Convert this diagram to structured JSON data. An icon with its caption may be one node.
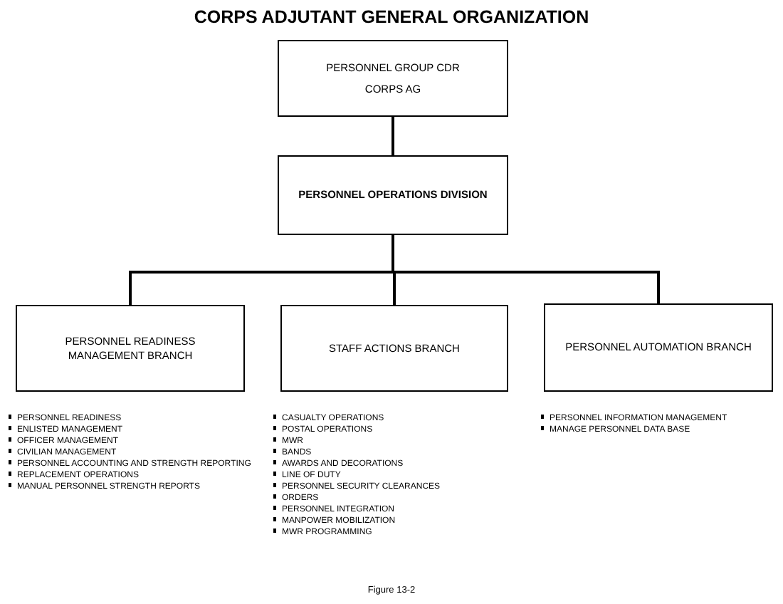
{
  "diagram": {
    "title": "CORPS ADJUTANT GENERAL ORGANIZATION",
    "caption": "Figure 13-2",
    "nodes": [
      {
        "text": [
          "PERSONNEL GROUP CDR",
          "CORPS AG"
        ]
      },
      {
        "text": [
          "PERSONNEL OPERATIONS DIVISION"
        ]
      },
      {
        "text": [
          "PERSONNEL READINESS MANAGEMENT BRANCH"
        ],
        "beside": [
          "PERSONNEL READINESS",
          "ENLISTED MANAGEMENT",
          "OFFICER MANAGEMENT",
          "CIVILIAN MANAGEMENT",
          "PERSONNEL ACCOUNTING AND STRENGTH REPORTING",
          "REPLACEMENT OPERATIONS",
          "MANUAL PERSONNEL STRENGTH REPORTS"
        ]
      },
      {
        "text": [
          "STAFF ACTIONS BRANCH"
        ],
        "beside": [
          "CASUALTY OPERATIONS",
          "POSTAL OPERATIONS",
          "MWR",
          "BANDS",
          "AWARDS AND DECORATIONS",
          "LINE OF DUTY",
          "PERSONNEL SECURITY CLEARANCES",
          "ORDERS",
          "PERSONNEL INTEGRATION",
          "MANPOWER MOBILIZATION",
          "MWR PROGRAMMING"
        ]
      },
      {
        "text": [
          "PERSONNEL AUTOMATION BRANCH"
        ],
        "beside": [
          "PERSONNEL INFORMATION MANAGEMENT",
          "MANAGE PERSONNEL DATA BASE"
        ]
      }
    ],
    "edges": [
      {
        "from": 0,
        "to": 1,
        "arrow": "none"
      },
      {
        "from": 1,
        "to": 2,
        "arrow": "none"
      },
      {
        "from": 1,
        "to": 3,
        "arrow": "none"
      },
      {
        "from": 1,
        "to": 4,
        "arrow": "none"
      }
    ]
  }
}
